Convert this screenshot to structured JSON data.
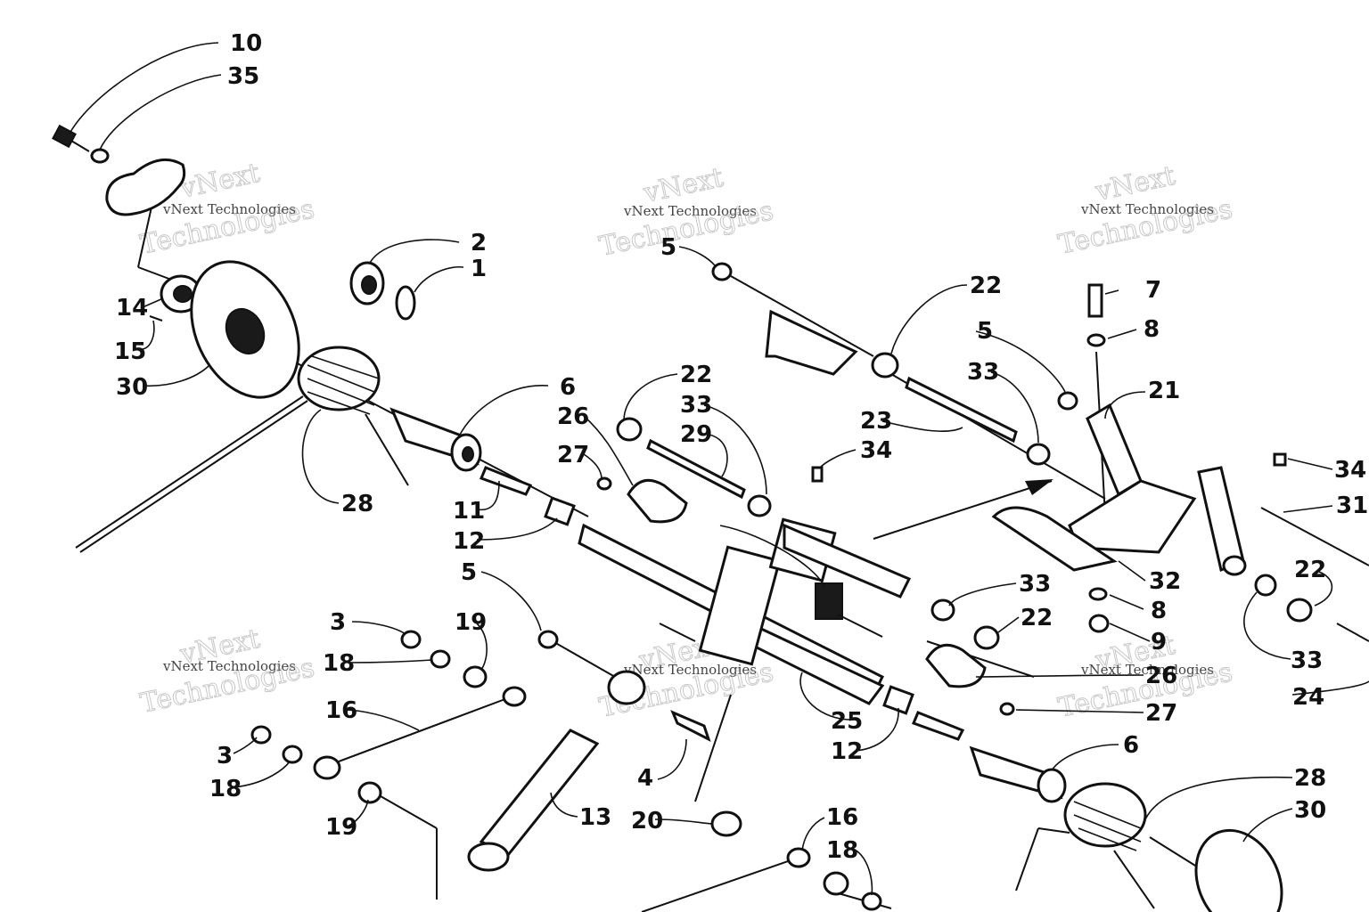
{
  "watermark": {
    "line1": "vNext",
    "line2": "vNext Technologies",
    "line3": "Technologies"
  },
  "callouts": [
    {
      "id": "c10a",
      "text": "10"
    },
    {
      "id": "c35a",
      "text": "35"
    },
    {
      "id": "c2",
      "text": "2"
    },
    {
      "id": "c1",
      "text": "1"
    },
    {
      "id": "c14",
      "text": "14"
    },
    {
      "id": "c15",
      "text": "15"
    },
    {
      "id": "c30a",
      "text": "30"
    },
    {
      "id": "c28a",
      "text": "28"
    },
    {
      "id": "c6a",
      "text": "6"
    },
    {
      "id": "c11",
      "text": "11"
    },
    {
      "id": "c12a",
      "text": "12"
    },
    {
      "id": "c5a",
      "text": "5"
    },
    {
      "id": "c26a",
      "text": "26"
    },
    {
      "id": "c27a",
      "text": "27"
    },
    {
      "id": "c22a",
      "text": "22"
    },
    {
      "id": "c33a",
      "text": "33"
    },
    {
      "id": "c29",
      "text": "29"
    },
    {
      "id": "c5b",
      "text": "5"
    },
    {
      "id": "c22b",
      "text": "22"
    },
    {
      "id": "c5c",
      "text": "5"
    },
    {
      "id": "c33b",
      "text": "33"
    },
    {
      "id": "c23",
      "text": "23"
    },
    {
      "id": "c34a",
      "text": "34"
    },
    {
      "id": "c7",
      "text": "7"
    },
    {
      "id": "c8a",
      "text": "8"
    },
    {
      "id": "c21",
      "text": "21"
    },
    {
      "id": "c34b",
      "text": "34"
    },
    {
      "id": "c31",
      "text": "31"
    },
    {
      "id": "c22c",
      "text": "22"
    },
    {
      "id": "c32",
      "text": "32"
    },
    {
      "id": "c8b",
      "text": "8"
    },
    {
      "id": "c9",
      "text": "9"
    },
    {
      "id": "c33c",
      "text": "33"
    },
    {
      "id": "c22d",
      "text": "22"
    },
    {
      "id": "c33d",
      "text": "33"
    },
    {
      "id": "c24",
      "text": "24"
    },
    {
      "id": "c26b",
      "text": "26"
    },
    {
      "id": "c27b",
      "text": "27"
    },
    {
      "id": "c25",
      "text": "25"
    },
    {
      "id": "c12b",
      "text": "12"
    },
    {
      "id": "c6b",
      "text": "6"
    },
    {
      "id": "c28b",
      "text": "28"
    },
    {
      "id": "c30b",
      "text": "30"
    },
    {
      "id": "c3a",
      "text": "3"
    },
    {
      "id": "c18a",
      "text": "18"
    },
    {
      "id": "c19a",
      "text": "19"
    },
    {
      "id": "c16a",
      "text": "16"
    },
    {
      "id": "c3b",
      "text": "3"
    },
    {
      "id": "c18b",
      "text": "18"
    },
    {
      "id": "c19b",
      "text": "19"
    },
    {
      "id": "c13",
      "text": "13"
    },
    {
      "id": "c4",
      "text": "4"
    },
    {
      "id": "c20",
      "text": "20"
    },
    {
      "id": "c16b",
      "text": "16"
    },
    {
      "id": "c18c",
      "text": "18"
    }
  ]
}
